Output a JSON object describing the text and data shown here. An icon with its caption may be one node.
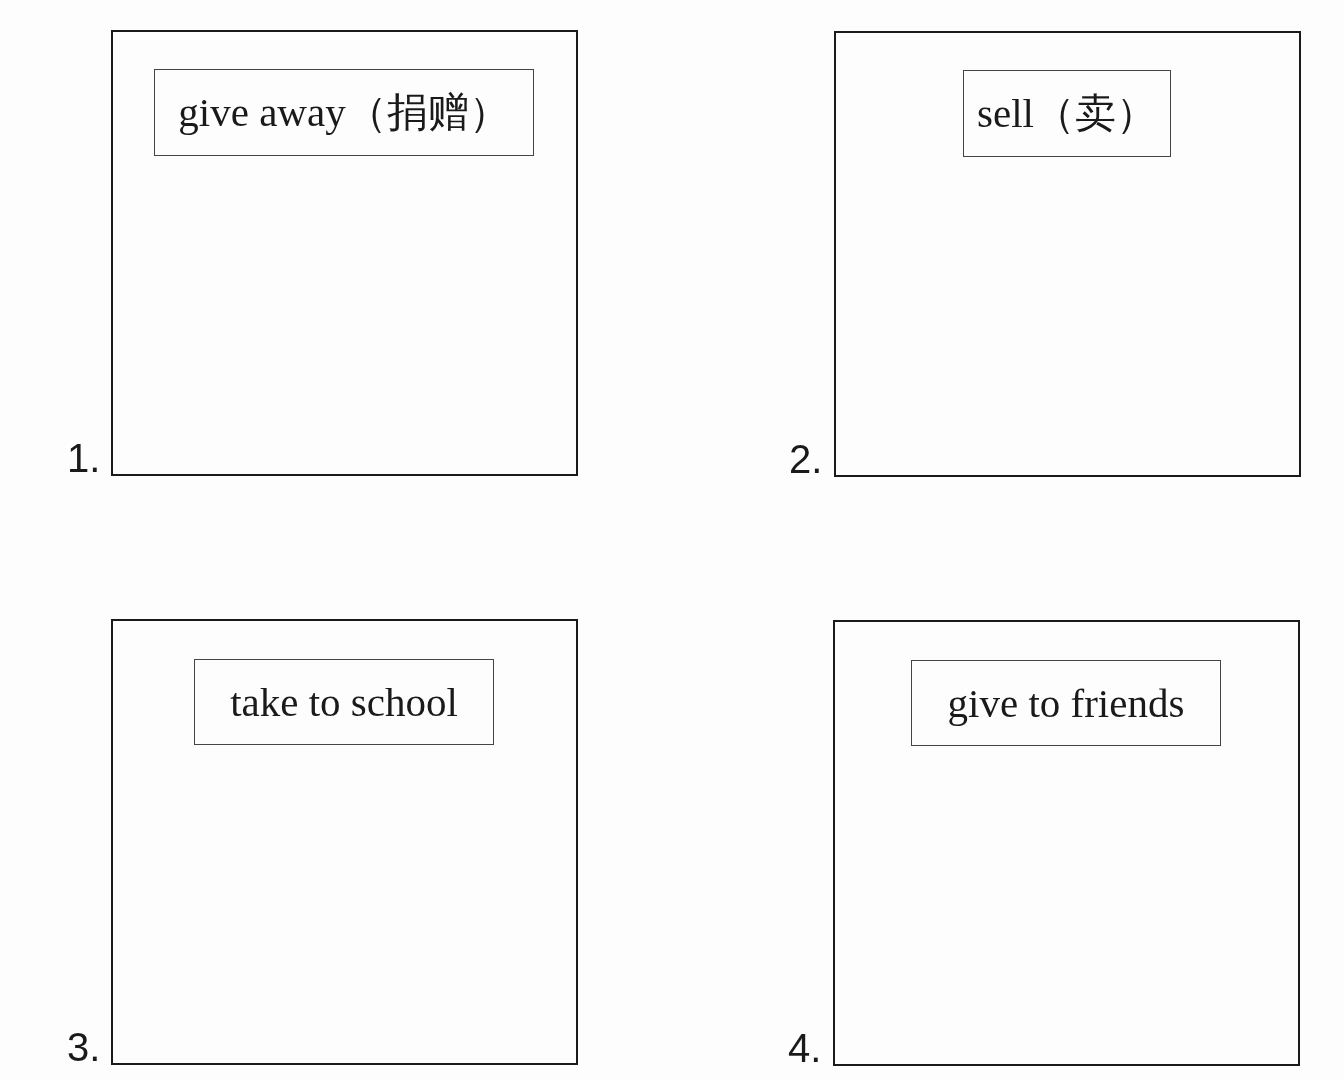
{
  "diagram": {
    "nodes": [
      {
        "text": [],
        "shape": "box",
        "beside": [
          "1."
        ]
      },
      {
        "text": [
          "give away（捐赠）"
        ],
        "in": 0
      },
      {
        "text": [],
        "shape": "box",
        "beside": [
          "2."
        ]
      },
      {
        "text": [
          "sell（卖）"
        ],
        "in": 2
      },
      {
        "text": [],
        "shape": "box",
        "beside": [
          "3."
        ]
      },
      {
        "text": [
          "take to school"
        ],
        "in": 4
      },
      {
        "text": [],
        "shape": "box",
        "beside": [
          "4."
        ]
      },
      {
        "text": [
          "give to friends"
        ],
        "in": 6
      }
    ]
  }
}
